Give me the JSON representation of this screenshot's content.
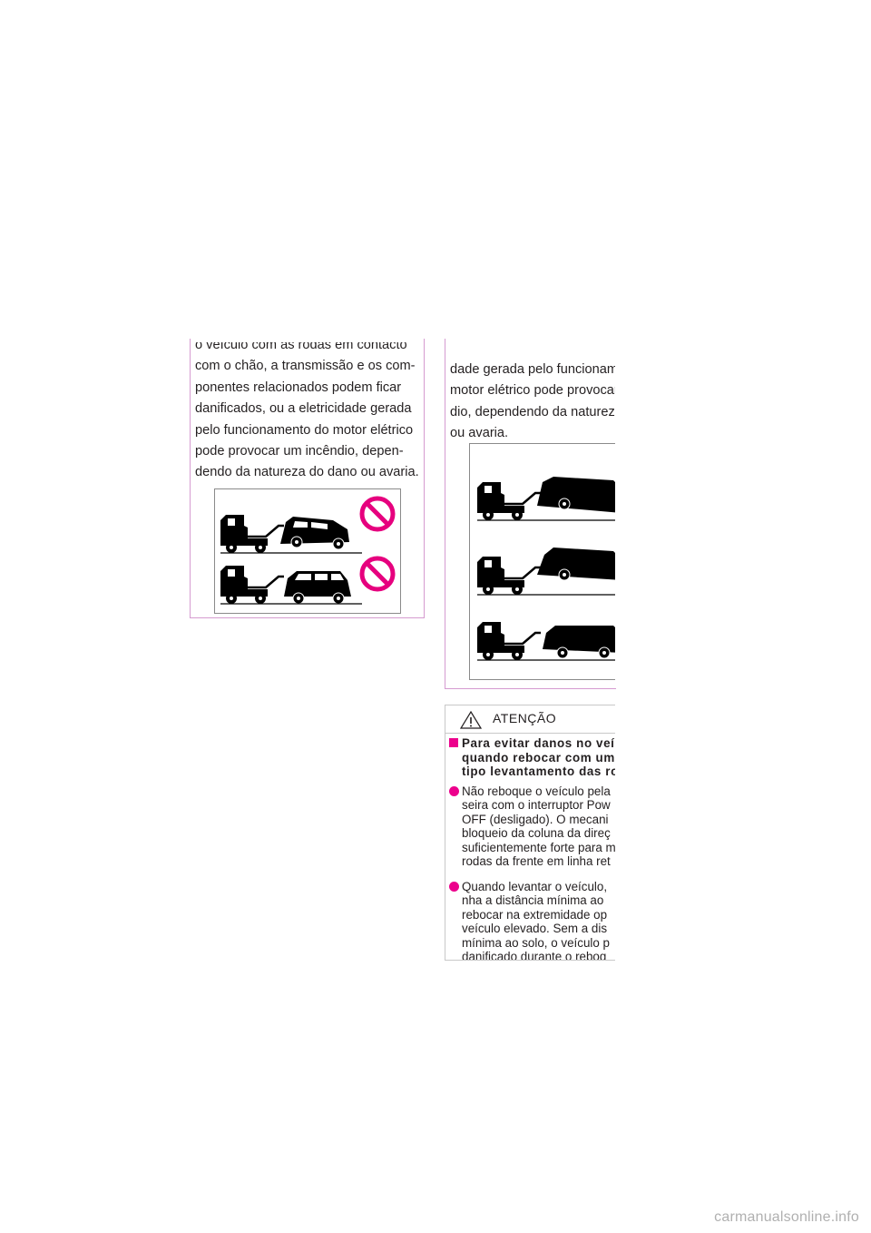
{
  "left_column": {
    "lines": [
      "o veículo com as rodas em contacto",
      "com o chão, a transmissão e os com-",
      "ponentes relacionados podem ficar",
      "danificados, ou a eletricidade gerada",
      "pelo funcionamento do motor elétrico",
      "pode provocar um incêndio, depen-",
      "dendo da natureza do dano ou avaria."
    ]
  },
  "right_column": {
    "lines": [
      "dade gerada pelo funcioname",
      "motor elétrico pode provocar u",
      "dio, dependendo da natureza",
      "ou avaria."
    ]
  },
  "warning": {
    "title": "ATENÇÃO",
    "heading_lines": [
      "Para evitar danos no veí",
      "quando rebocar com um",
      "tipo levantamento das ro"
    ],
    "bullet1_lines": [
      "Não reboque o veículo pela",
      "seira com o interruptor Pow",
      "OFF (desligado). O mecani",
      "bloqueio da coluna da direç",
      "suficientemente forte para m",
      "rodas da frente em linha ret"
    ],
    "bullet2_lines": [
      "Quando levantar o veículo,",
      "nha a distância mínima ao",
      "rebocar na extremidade op",
      "veículo elevado. Sem a dis",
      "mínima ao solo, o veículo p",
      "danificado durante o reboq"
    ]
  },
  "footer": {
    "text": "carmanualsonline.info"
  },
  "colors": {
    "accent": "#ec008c",
    "box_border": "#d59bd0"
  }
}
